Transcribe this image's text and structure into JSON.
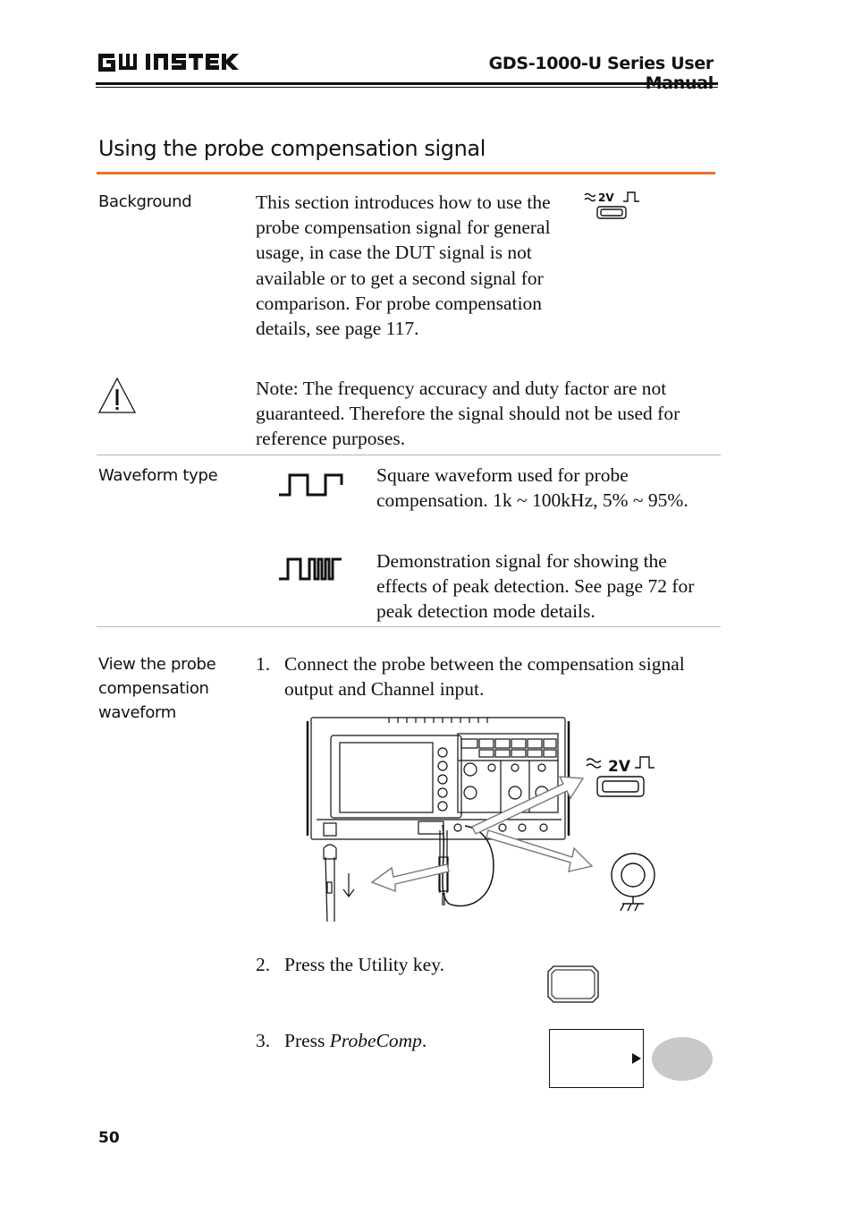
{
  "header": {
    "brand": "GW INSTEK",
    "manual_title": "GDS-1000-U Series User Manual"
  },
  "section": {
    "title": "Using the probe compensation signal"
  },
  "background": {
    "label": "Background",
    "text": "This section introduces how to use the probe compensation signal for general usage, in case the DUT signal is not available or to get a second signal for comparison. For probe compensation details, see page 117.",
    "icon_label": "2V",
    "note": "Note: The frequency accuracy and duty factor are not guaranteed. Therefore the signal should not be used for reference purposes."
  },
  "waveform_type": {
    "label": "Waveform type",
    "square_text": "Square waveform used for probe compensation. 1k ~ 100kHz, 5% ~ 95%.",
    "demo_text": "Demonstration signal for showing the effects of peak detection. See page 72 for peak detection mode details."
  },
  "view": {
    "label": "View the probe compensation waveform",
    "step1_num": "1.",
    "step1_text": "Connect the probe between the compensation signal output and Channel input.",
    "step2_num": "2.",
    "step2_text": "Press the Utility key.",
    "step3_num": "3.",
    "step3_prefix": "Press ",
    "step3_key": "ProbeComp",
    "step3_suffix": ".",
    "diagram_label": "2V"
  },
  "footer": {
    "page_number": "50"
  },
  "colors": {
    "accent_rule": "#e8752a",
    "text": "#111111",
    "divider": "#b5b5b5",
    "softkey_circle": "#c8c8c8"
  }
}
